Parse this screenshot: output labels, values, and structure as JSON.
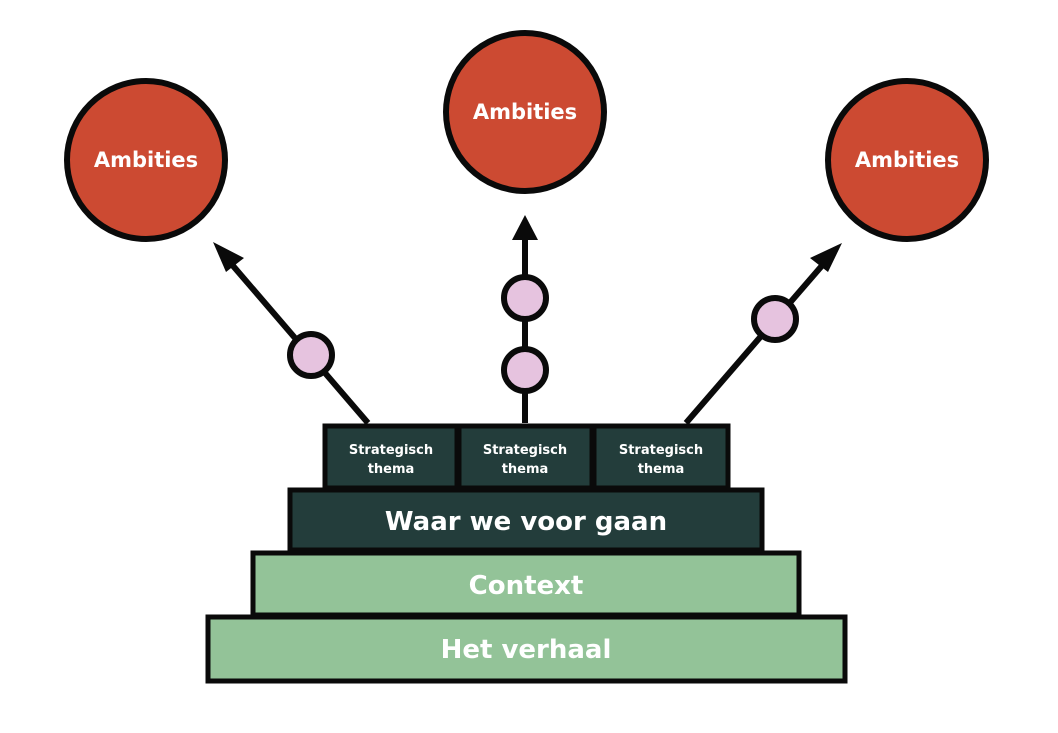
{
  "colors": {
    "ambitie_fill": "#cc4a32",
    "ambitie_text": "#ffffff",
    "outline": "#0a0a0a",
    "node_fill": "#e6c3df",
    "dark_block": "#233d3b",
    "light_block": "#93c398",
    "block_text": "#ffffff",
    "background": "#ffffff"
  },
  "ambities": [
    {
      "label": "Ambities"
    },
    {
      "label": "Ambities"
    },
    {
      "label": "Ambities"
    }
  ],
  "themes": [
    {
      "line1": "Strategisch",
      "line2": "thema"
    },
    {
      "line1": "Strategisch",
      "line2": "thema"
    },
    {
      "line1": "Strategisch",
      "line2": "thema"
    }
  ],
  "layers": {
    "waar": "Waar we voor gaan",
    "context": "Context",
    "verhaal": "Het verhaal"
  }
}
